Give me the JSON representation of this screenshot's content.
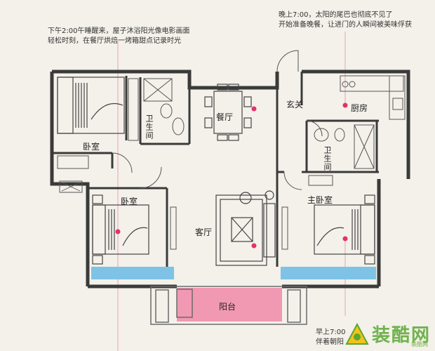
{
  "notes": {
    "afternoon": [
      "下午2:00午睡醒来，屋子沐浴阳光像电影画面",
      "轻松时刻，在餐厅烘焙一烤箱甜点记录时光"
    ],
    "evening": [
      "晚上7:00，太阳的尾巴也彻底不见了",
      "开始准备晚餐，让进门的人瞬间被美味俘获"
    ],
    "morning": [
      "早上7:00",
      "伴着朝阳"
    ]
  },
  "rooms": {
    "bedroom_top": "卧室",
    "bathroom_left": "卫生间",
    "dining": "餐厅",
    "entrance": "玄关",
    "kitchen": "厨房",
    "bathroom_right": "卫生间",
    "bedroom_second": "卧室",
    "living": "客厅",
    "master": "主卧室",
    "balcony": "阳台"
  },
  "colors": {
    "wall": "#3a3a3a",
    "window": "#7ec3e6",
    "balcony": "#f08aa8",
    "marker": "#e5306e",
    "pointer": "#f0a0b6"
  },
  "watermark": {
    "logo_text": "装酷网",
    "sub_text": "装酷网"
  }
}
